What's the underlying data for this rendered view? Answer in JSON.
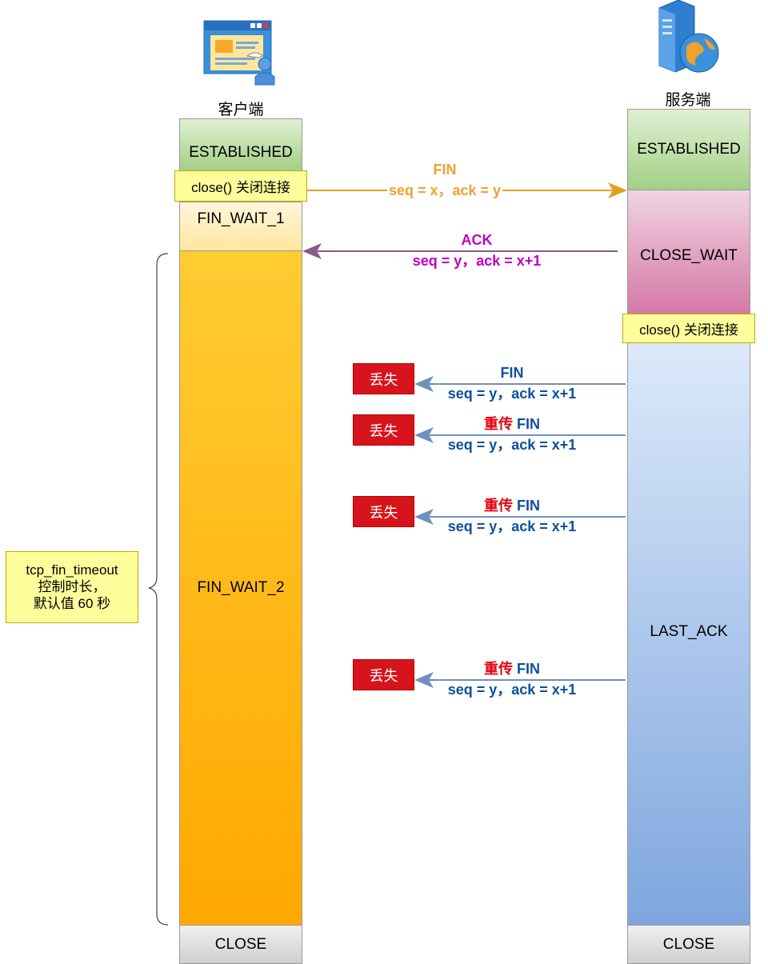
{
  "client": {
    "label": "客户端",
    "states": {
      "established": "ESTABLISHED",
      "fin_wait_1": "FIN_WAIT_1",
      "fin_wait_2": "FIN_WAIT_2",
      "close": "CLOSE"
    },
    "close_note": "close() 关闭连接"
  },
  "server": {
    "label": "服务端",
    "states": {
      "established": "ESTABLISHED",
      "close_wait": "CLOSE_WAIT",
      "last_ack": "LAST_ACK",
      "close": "CLOSE"
    },
    "close_note": "close() 关闭连接"
  },
  "timeout_note": {
    "line1": "tcp_fin_timeout",
    "line2": "控制时长，",
    "line3": "默认值 60 秒"
  },
  "messages": {
    "fin1": {
      "title": "FIN",
      "detail": "seq = x，ack = y"
    },
    "ack1": {
      "title": "ACK",
      "detail": "seq = y，ack = x+1"
    },
    "fin2": {
      "title": "FIN",
      "detail": "seq = y，ack = x+1",
      "lost": "丢失"
    },
    "retrans1": {
      "prefix": "重传",
      "title": "FIN",
      "detail": "seq = y，ack = x+1",
      "lost": "丢失"
    },
    "retrans2": {
      "prefix": "重传",
      "title": "FIN",
      "detail": "seq = y，ack = x+1",
      "lost": "丢失"
    },
    "retrans3": {
      "prefix": "重传",
      "title": "FIN",
      "detail": "seq = y，ack = x+1",
      "lost": "丢失"
    }
  },
  "colors": {
    "fin1": "#f0a030",
    "ack1": "#c000c0",
    "fin_blue": "#0d4f9e",
    "retrans_red": "#e60012",
    "lost_bg": "#d7131b",
    "established": "#a9d28f",
    "fin_wait_1": "#fff0c0",
    "fin_wait_2": "#ffb700",
    "close_wait": "#d47ba6",
    "last_ack": "#8fb3e6",
    "close": "#d9d9d9"
  },
  "icons": {
    "client": "browser-window-user-icon",
    "server": "server-globe-icon"
  }
}
